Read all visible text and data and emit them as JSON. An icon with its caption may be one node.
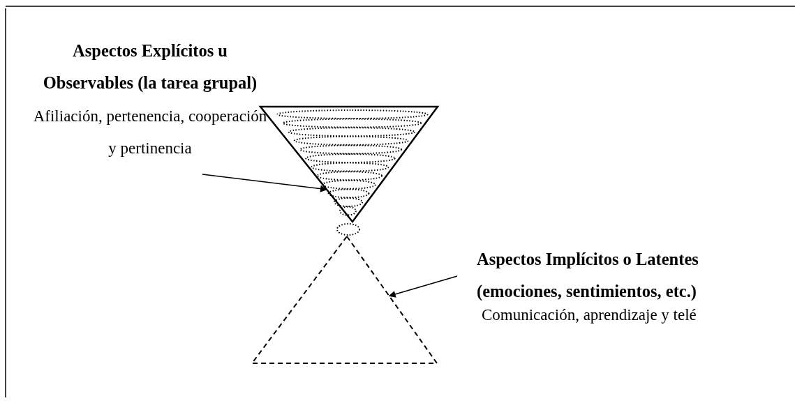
{
  "diagram": {
    "nodes": [
      {
        "text": [],
        "shape": "triangle"
      },
      {
        "text": [],
        "shape": "triangle"
      }
    ],
    "edges": [
      {
        "from": null,
        "to": 0,
        "arrow": "to"
      },
      {
        "from": null,
        "to": 1,
        "arrow": "to"
      }
    ],
    "labels": [
      "Aspectos Explícitos u Observables (la tarea grupal)",
      "Afiliación, pertenencia, cooperación y pertinencia",
      "Aspectos Implícitos o Latentes (emociones, sentimientos, etc.)",
      "Comunicación, aprendizaje y telé"
    ]
  }
}
